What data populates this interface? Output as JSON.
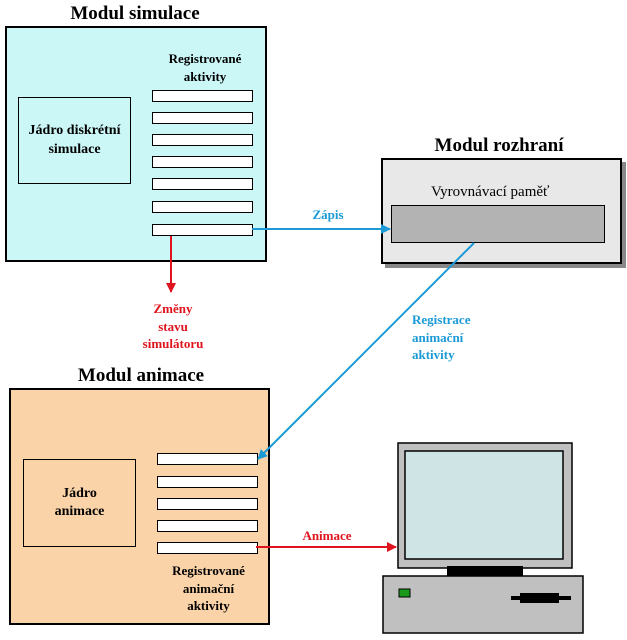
{
  "simulation_module": {
    "title": "Modul simulace",
    "core_label": "Jádro diskrétní\nsimulace",
    "activities_label": "Registrované\naktivity"
  },
  "interface_module": {
    "title": "Modul rozhraní",
    "buffer_label": "Vyrovnávací paměť"
  },
  "animation_module": {
    "title": "Modul animace",
    "core_label": "Jádro\nanimace",
    "activities_label": "Registrované\nanimační\naktivity"
  },
  "arrows": {
    "write": "Zápis",
    "state_changes": "Změny\nstavu\nsimulátoru",
    "register_animation": "Registrace\nanimační\naktivity",
    "animation": "Animace"
  },
  "colors": {
    "blue_arrow": "#1b9ad6",
    "red_arrow": "#e0141e",
    "simulation_fill": "#ccf7f7",
    "animation_fill": "#fbd3a9",
    "monitor_screen": "#cfe5e5"
  },
  "icons": {
    "computer": "computer-icon"
  }
}
